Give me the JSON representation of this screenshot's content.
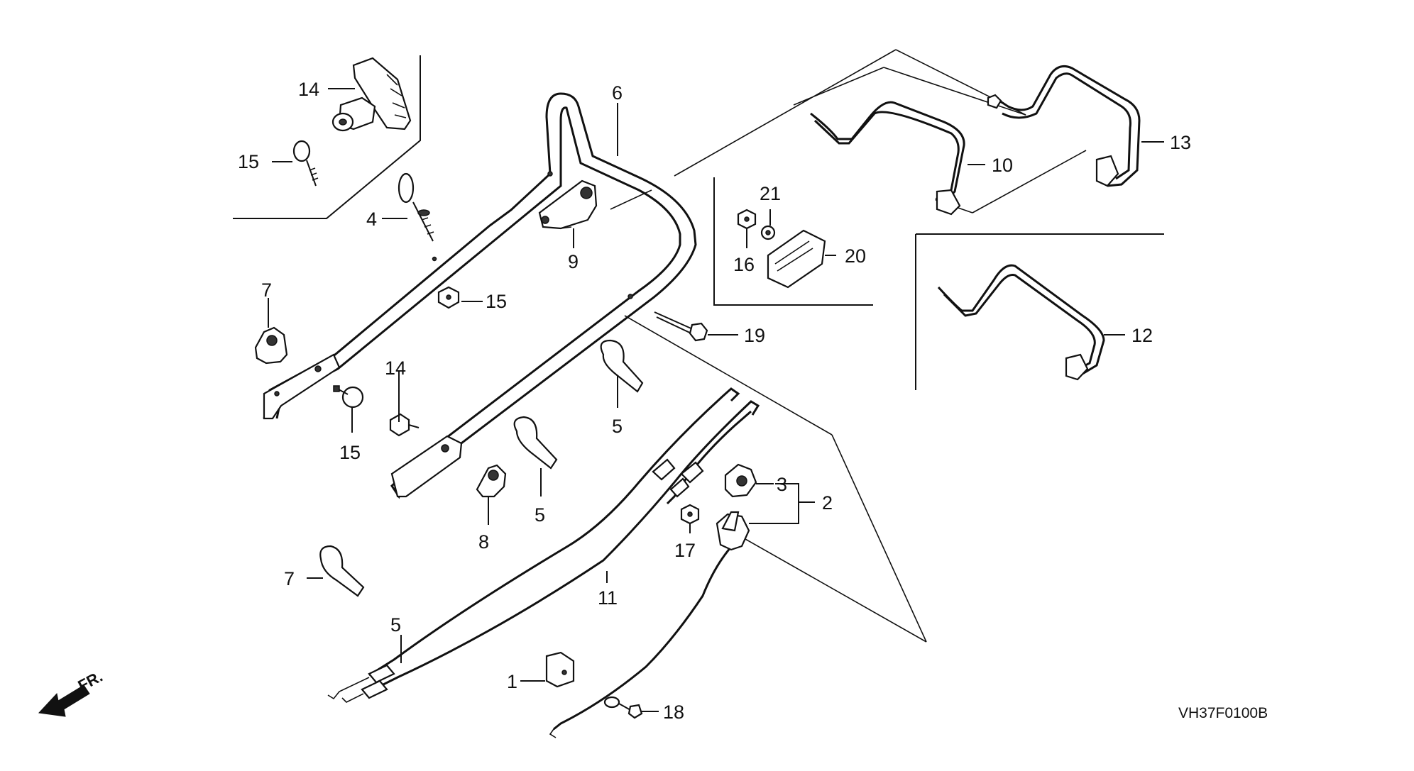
{
  "diagram": {
    "drawing_code": "VH37F0100B",
    "direction_label": "FR.",
    "callouts": [
      {
        "id": "c1",
        "label": "1"
      },
      {
        "id": "c2",
        "label": "2"
      },
      {
        "id": "c3",
        "label": "3"
      },
      {
        "id": "c4",
        "label": "4"
      },
      {
        "id": "c5a",
        "label": "5"
      },
      {
        "id": "c5b",
        "label": "5"
      },
      {
        "id": "c5c",
        "label": "5"
      },
      {
        "id": "c6",
        "label": "6"
      },
      {
        "id": "c7a",
        "label": "7"
      },
      {
        "id": "c7b",
        "label": "7"
      },
      {
        "id": "c8",
        "label": "8"
      },
      {
        "id": "c9",
        "label": "9"
      },
      {
        "id": "c10",
        "label": "10"
      },
      {
        "id": "c11",
        "label": "11"
      },
      {
        "id": "c12",
        "label": "12"
      },
      {
        "id": "c13",
        "label": "13"
      },
      {
        "id": "c14a",
        "label": "14"
      },
      {
        "id": "c14b",
        "label": "14"
      },
      {
        "id": "c15a",
        "label": "15"
      },
      {
        "id": "c15b",
        "label": "15"
      },
      {
        "id": "c15c",
        "label": "15"
      },
      {
        "id": "c16",
        "label": "16"
      },
      {
        "id": "c17",
        "label": "17"
      },
      {
        "id": "c18",
        "label": "18"
      },
      {
        "id": "c19",
        "label": "19"
      },
      {
        "id": "c20",
        "label": "20"
      },
      {
        "id": "c21",
        "label": "21"
      }
    ]
  }
}
